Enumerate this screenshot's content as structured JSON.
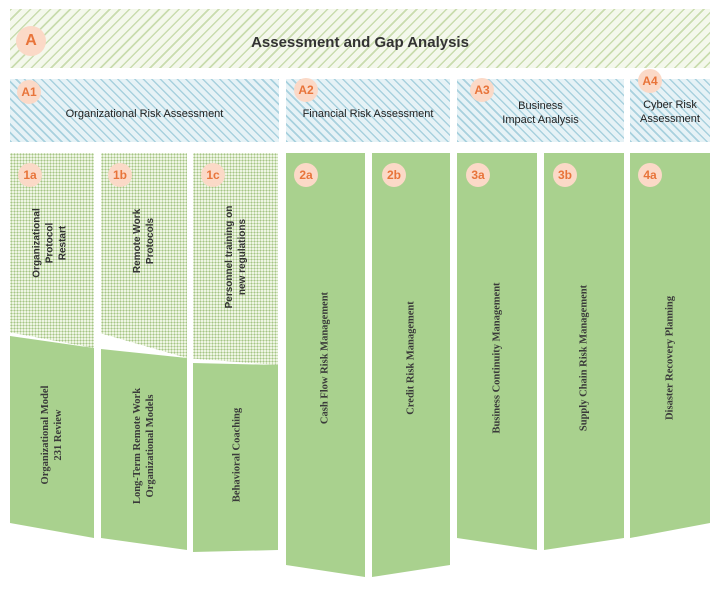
{
  "top": {
    "badge": "A",
    "title": "Assessment and Gap Analysis"
  },
  "categories": [
    {
      "badge": "A1",
      "label": "Organizational  Risk Assessment"
    },
    {
      "badge": "A2",
      "label": "Financial  Risk  Assessment"
    },
    {
      "badge": "A3",
      "label_line1": "Business",
      "label_line2": "Impact  Analysis"
    },
    {
      "badge": "A4",
      "label_line1": "Cyber Risk",
      "label_line2": "Assessment"
    }
  ],
  "items": [
    {
      "badge": "1a",
      "upper_lines": [
        "Organizational",
        "Protocol",
        "Restart"
      ],
      "lower_lines": [
        "Organizational  Model",
        "231 Review"
      ]
    },
    {
      "badge": "1b",
      "upper_lines": [
        "Remote Work",
        "Protocols"
      ],
      "lower_lines": [
        "Long-Term Remote Work",
        "Organizational  Models"
      ]
    },
    {
      "badge": "1c",
      "upper_lines": [
        "Personnel training on",
        "new regulations"
      ],
      "lower_lines": [
        "Behavioral  Coaching"
      ]
    },
    {
      "badge": "2a",
      "label": "Cash Flow  Risk Management"
    },
    {
      "badge": "2b",
      "label": "Credit  Risk  Management"
    },
    {
      "badge": "3a",
      "label": "Business  Continuity Management"
    },
    {
      "badge": "3b",
      "label": "Supply Chain  Risk Management"
    },
    {
      "badge": "4a",
      "label": "Disaster  Recovery Planning"
    }
  ],
  "colors": {
    "green": "#a9d18e",
    "badge_bg": "#fbd9c7",
    "badge_text": "#e8743a",
    "hatch_green": "#c9dcae",
    "hatch_blue": "#a8d1de"
  }
}
